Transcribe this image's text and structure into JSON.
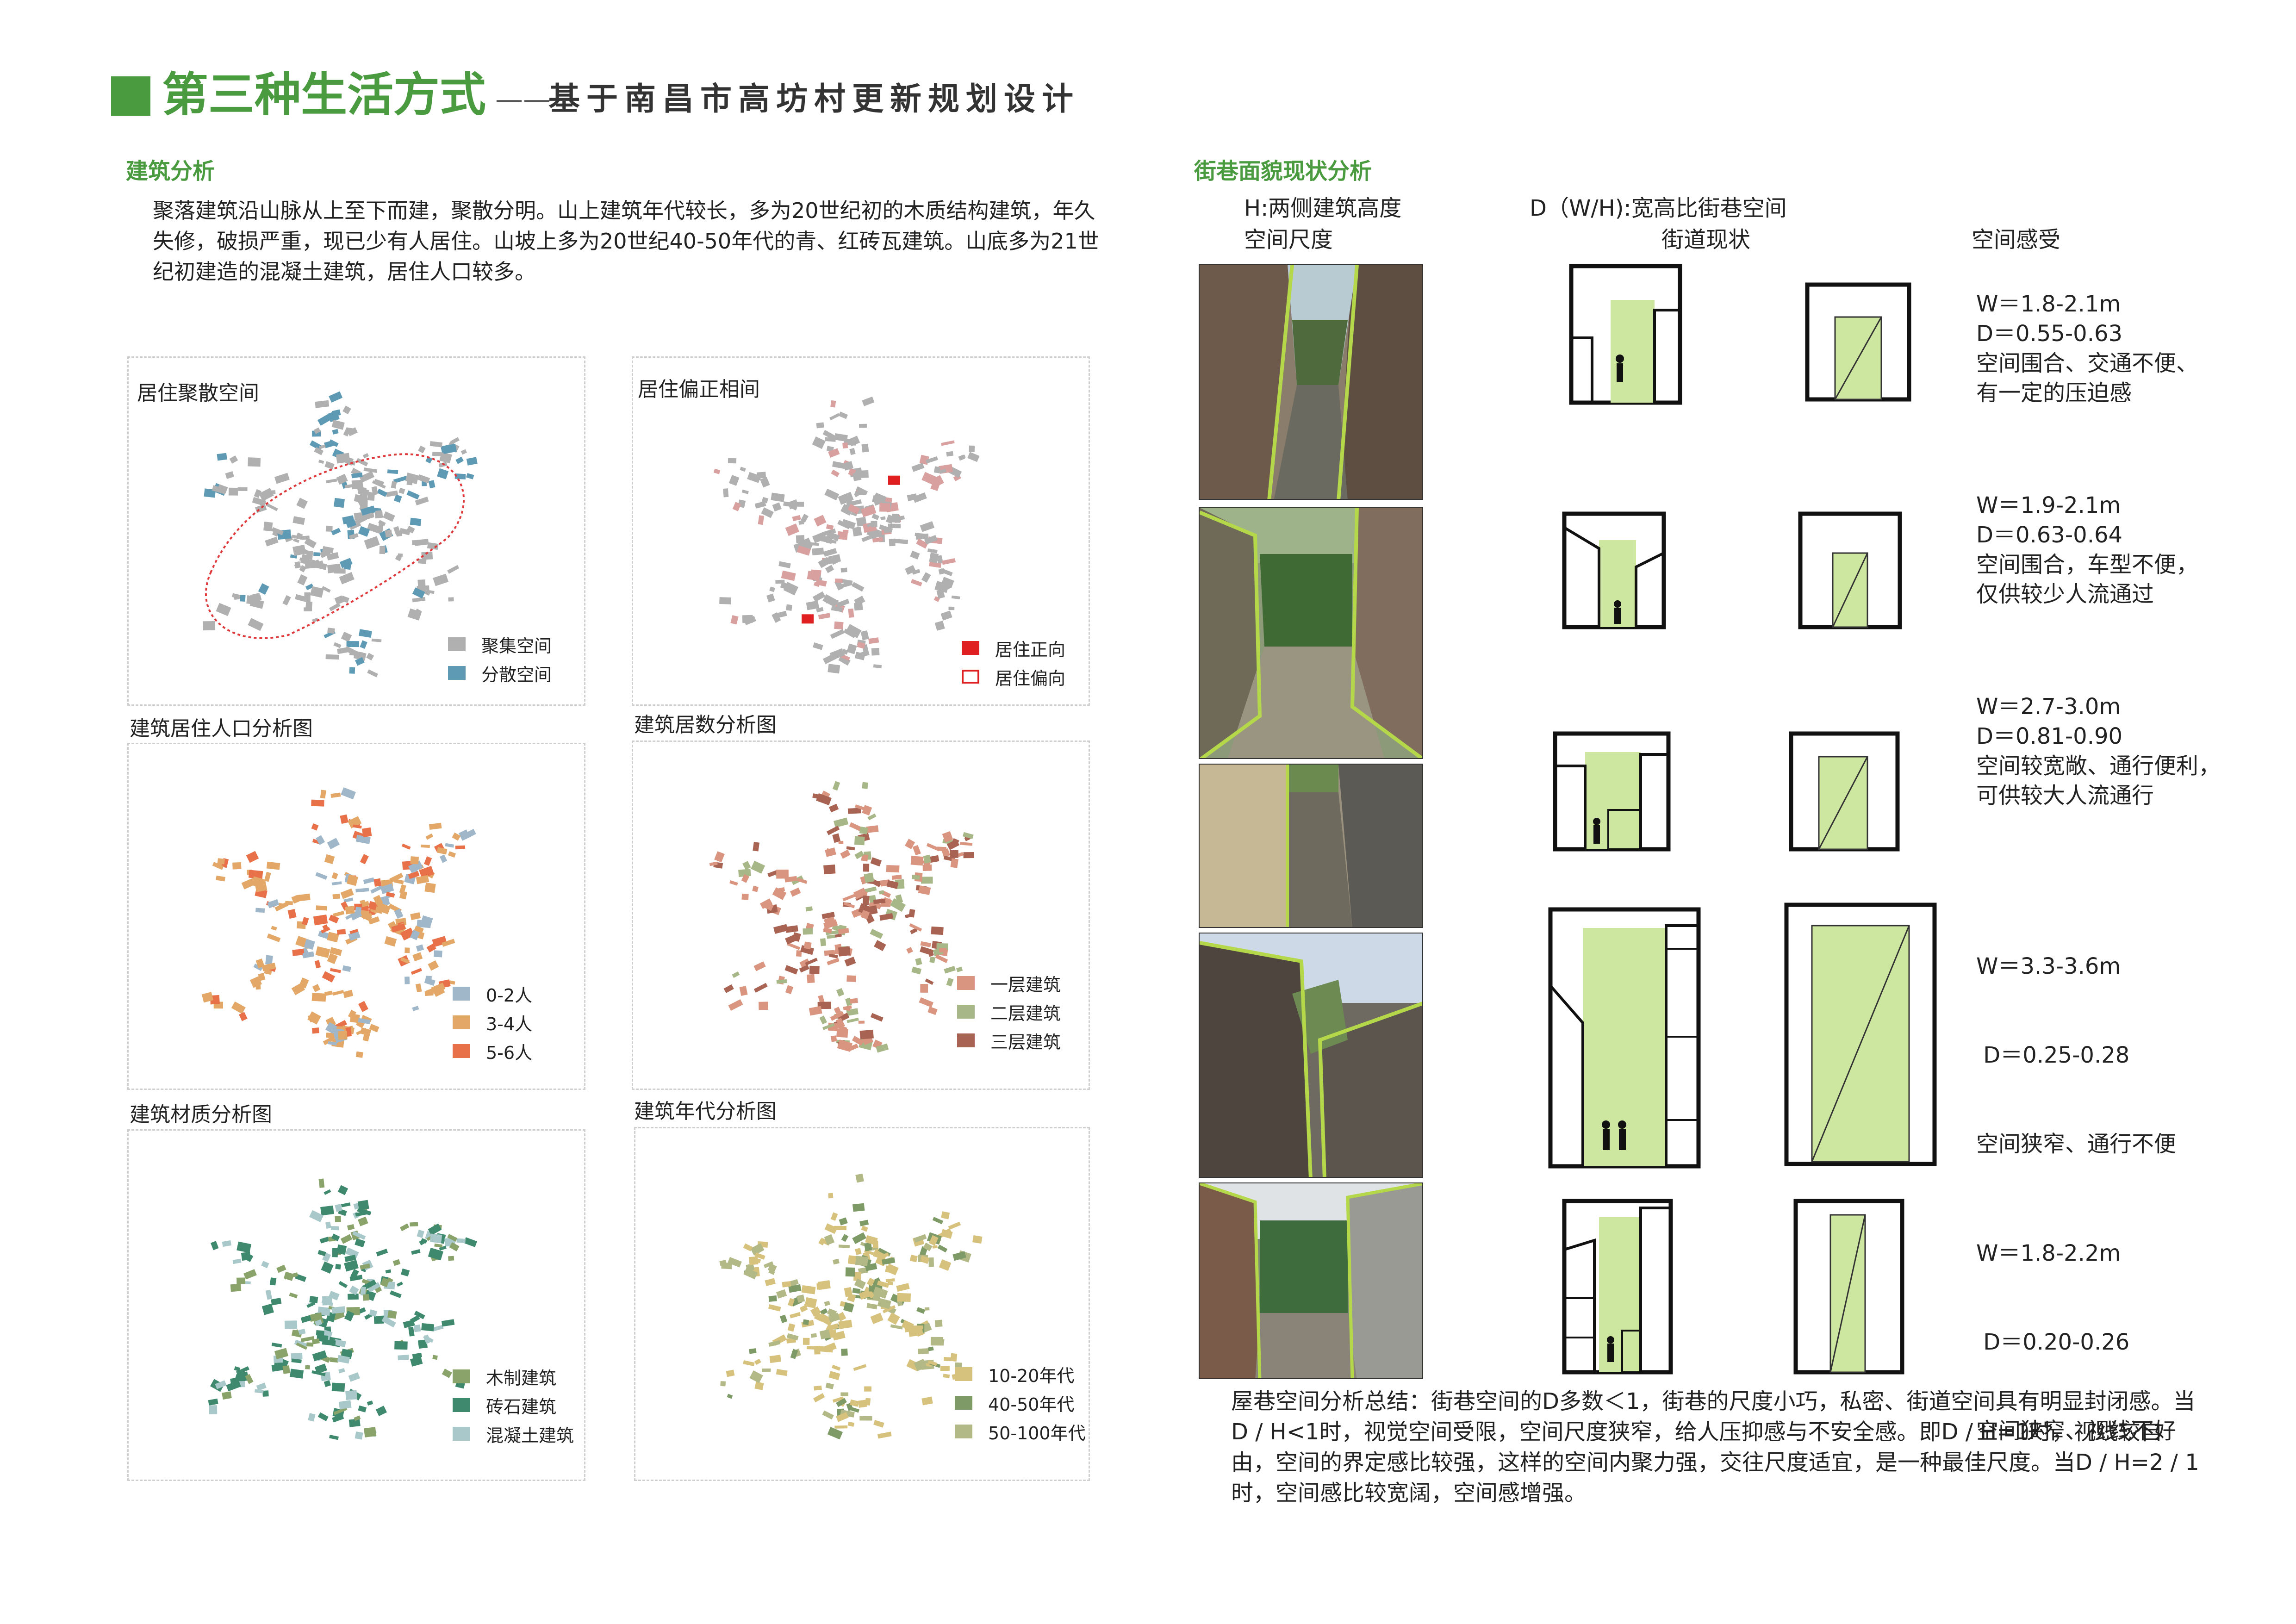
{
  "header": {
    "title": "第三种生活方式",
    "dash": "——",
    "subtitle": "基于南昌市高坊村更新规划设计"
  },
  "left": {
    "section_title": "建筑分析",
    "intro": "聚落建筑沿山脉从上至下而建，聚散分明。山上建筑年代较长，多为20世纪初的木质结构建筑，年久失修，破损严重，现已少有人居住。山坡上多为20世纪40-50年代的青、红砖瓦建筑。山底多为21世纪初建造的混凝土建筑，居住人口较多。",
    "maps": [
      {
        "title": "居住聚散空间",
        "legend": [
          {
            "label": "聚集空间",
            "color": "#b0b0b0"
          },
          {
            "label": "分散空间",
            "color": "#5f9ab4"
          }
        ]
      },
      {
        "title": "居住偏正相间",
        "legend": [
          {
            "label": "居住正向",
            "color": "#e02020"
          },
          {
            "label": "居住偏向",
            "color": "#ffffff",
            "stroke": "#e02020"
          }
        ]
      },
      {
        "title": "建筑居住人口分析图",
        "legend": [
          {
            "label": "0-2人",
            "color": "#9fb7c9"
          },
          {
            "label": "3-4人",
            "color": "#e3a867"
          },
          {
            "label": "5-6人",
            "color": "#e8714a"
          }
        ]
      },
      {
        "title": "建筑居数分析图",
        "legend": [
          {
            "label": "一层建筑",
            "color": "#d9957f"
          },
          {
            "label": "二层建筑",
            "color": "#a8b787"
          },
          {
            "label": "三层建筑",
            "color": "#a86353"
          }
        ]
      },
      {
        "title": "建筑材质分析图",
        "legend": [
          {
            "label": "木制建筑",
            "color": "#8aa36a"
          },
          {
            "label": "砖石建筑",
            "color": "#3f8a6e"
          },
          {
            "label": "混凝土建筑",
            "color": "#a9c8c9"
          }
        ]
      },
      {
        "title": "建筑年代分析图",
        "legend": [
          {
            "label": "10-20年代",
            "color": "#d6c27d"
          },
          {
            "label": "40-50年代",
            "color": "#7e9a66"
          },
          {
            "label": "50-100年代",
            "color": "#b3b986"
          }
        ]
      }
    ]
  },
  "right": {
    "section_title": "街巷面貌现状分析",
    "col1_line1": "H:两侧建筑高度",
    "col1_line2": "空间尺度",
    "col2_line1": "D（W/H):宽高比街巷空间",
    "col2_line2": "街道现状",
    "col3": "空间感受",
    "rows": [
      {
        "w": "W＝1.8-2.1m",
        "d": "D＝0.55-0.63",
        "f1": "空间围合、交通不便、",
        "f2": "有一定的压迫感"
      },
      {
        "w": "W＝1.9-2.1m",
        "d": "D＝0.63-0.64",
        "f1": "空间围合，车型不便，",
        "f2": "仅供较少人流通过"
      },
      {
        "w": "W＝2.7-3.0m",
        "d": "D＝0.81-0.90",
        "f1": "空间较宽敞、通行便利，",
        "f2": "可供较大人流通行"
      },
      {
        "w": "W＝3.3-3.6m",
        "d": " D＝0.25-0.28",
        "f1": "空间狭窄、通行不便",
        "f2": ""
      },
      {
        "w": "W＝1.8-2.2m",
        "d": " D＝0.20-0.26",
        "f1": "空间狭窄、视线不好",
        "f2": ""
      }
    ],
    "summary": "屋巷空间分析总结：街巷空间的D多数＜1，街巷的尺度小巧，私密、街道空间具有明显封闭感。当D  / H<1时，视觉空间受限，空间尺度狭窄，给人压抑感与不安全感。即D  / H=1时，视线较自由，空间的界定感比较强，这样的空间内聚力强，交往尺度适宜，是一种最佳尺度。当D  / H=2 / 1时，空间感比较宽阔，空间感增强。"
  }
}
